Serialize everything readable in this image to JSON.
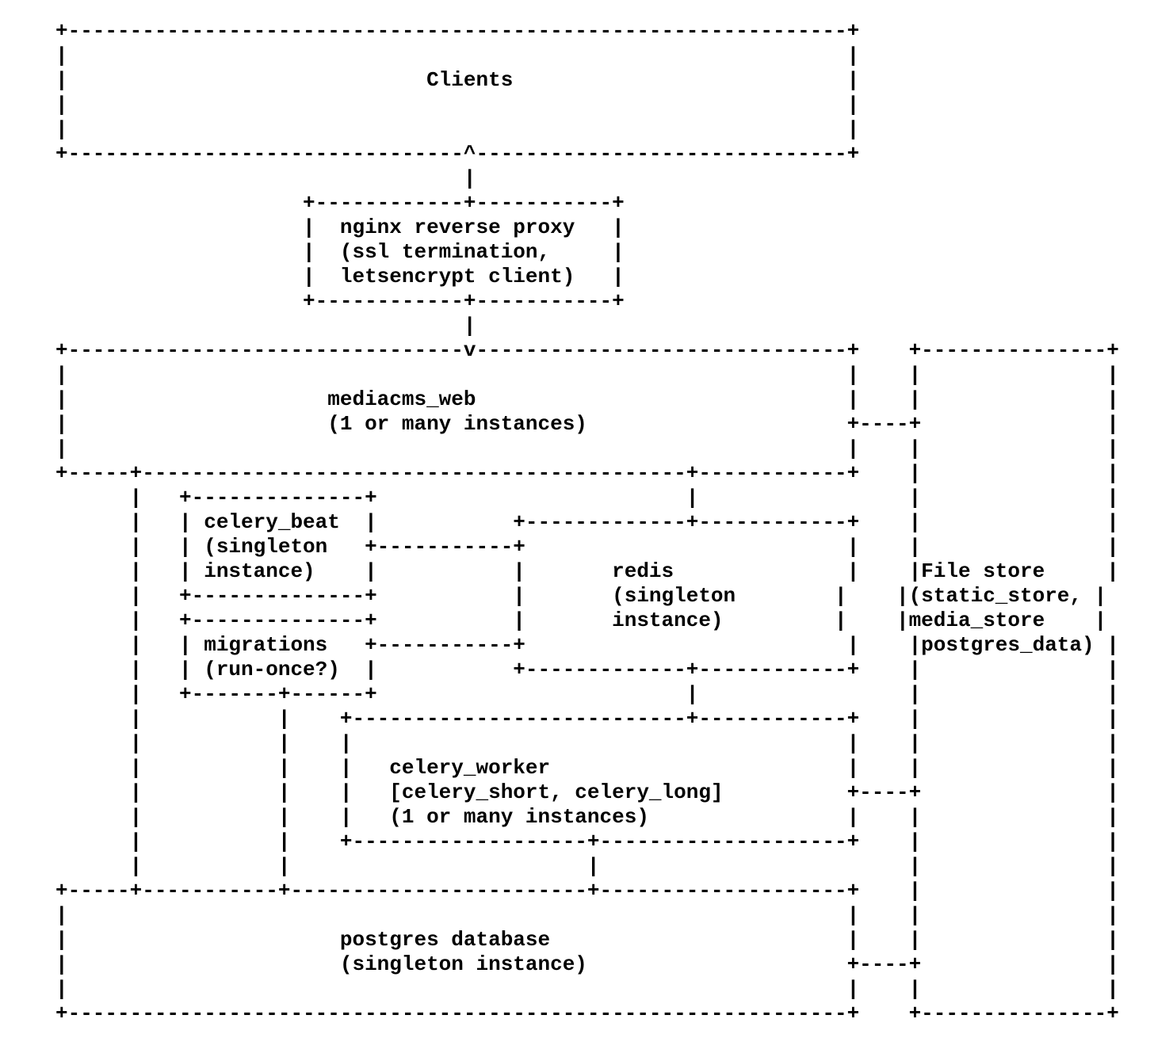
{
  "page": {
    "background_color": "#ffffff",
    "text_color": "#000000"
  },
  "diagram": {
    "type": "ascii-architecture",
    "nodes": [
      {
        "id": "clients",
        "label": "Clients"
      },
      {
        "id": "nginx",
        "label": "nginx reverse proxy",
        "sublabel": "(ssl termination, letsencrypt client)"
      },
      {
        "id": "mediacms_web",
        "label": "mediacms_web",
        "sublabel": "(1 or many instances)"
      },
      {
        "id": "celery_beat",
        "label": "celery_beat",
        "sublabel": "(singleton instance)"
      },
      {
        "id": "migrations",
        "label": "migrations",
        "sublabel": "(run-once?)"
      },
      {
        "id": "redis",
        "label": "redis",
        "sublabel": "(singleton instance)"
      },
      {
        "id": "celery_worker",
        "label": "celery_worker",
        "sublabel": "[celery_short, celery_long] (1 or many instances)"
      },
      {
        "id": "postgres",
        "label": "postgres database",
        "sublabel": "(singleton instance)"
      },
      {
        "id": "file_store",
        "label": "File store",
        "sublabel": "(static_store, media_store postgres_data)"
      }
    ],
    "edges": [
      {
        "from": "nginx",
        "to": "clients",
        "arrow": "up"
      },
      {
        "from": "nginx",
        "to": "mediacms_web",
        "arrow": "down"
      },
      {
        "from": "mediacms_web",
        "to": "file_store"
      },
      {
        "from": "mediacms_web",
        "to": "redis"
      },
      {
        "from": "mediacms_web",
        "to": "postgres"
      },
      {
        "from": "celery_beat",
        "to": "redis"
      },
      {
        "from": "migrations",
        "to": "redis"
      },
      {
        "from": "migrations",
        "to": "postgres"
      },
      {
        "from": "redis",
        "to": "celery_worker"
      },
      {
        "from": "celery_worker",
        "to": "postgres"
      },
      {
        "from": "celery_worker",
        "to": "file_store"
      },
      {
        "from": "postgres",
        "to": "file_store"
      }
    ],
    "lines": [
      "+---------------------------------------------------------------+",
      "|                                                               |",
      "|                             Clients                           |",
      "|                                                               |",
      "|                                                               |",
      "+--------------------------------^------------------------------+",
      "                                 |",
      "                    +------------+-----------+",
      "                    |  nginx reverse proxy   |",
      "                    |  (ssl termination,     |",
      "                    |  letsencrypt client)   |",
      "                    +------------+-----------+",
      "                                 |",
      "+--------------------------------v------------------------------+    +---------------+",
      "|                                                               |    |               |",
      "|                     mediacms_web                              |    |               |",
      "|                     (1 or many instances)                     +----+               |",
      "|                                                               |    |               |",
      "+-----+--------------------------------------------+------------+    |               |",
      "      |   +--------------+                         |                 |               |",
      "      |   | celery_beat  |           +-------------+------------+    |               |",
      "      |   | (singleton   +-----------+                          |    |               |",
      "      |   | instance)    |           |       redis              |    |File store     |",
      "      |   +--------------+           |       (singleton        |    |(static_store, |",
      "      |   +--------------+           |       instance)         |    |media_store    |",
      "      |   | migrations   +-----------+                          |    |postgres_data) |",
      "      |   | (run-once?)  |           +-------------+------------+    |               |",
      "      |   +-------+------+                         |                 |               |",
      "      |           |    +---------------------------+------------+    |               |",
      "      |           |    |                                        |    |               |",
      "      |           |    |   celery_worker                        |    |               |",
      "      |           |    |   [celery_short, celery_long]          +----+               |",
      "      |           |    |   (1 or many instances)                |    |               |",
      "      |           |    +-------------------+--------------------+    |               |",
      "      |           |                        |                         |               |",
      "+-----+-----------+------------------------+--------------------+    |               |",
      "|                                                               |    |               |",
      "|                      postgres database                        |    |               |",
      "|                      (singleton instance)                     +----+               |",
      "|                                                               |    |               |",
      "+---------------------------------------------------------------+    +---------------+"
    ]
  }
}
